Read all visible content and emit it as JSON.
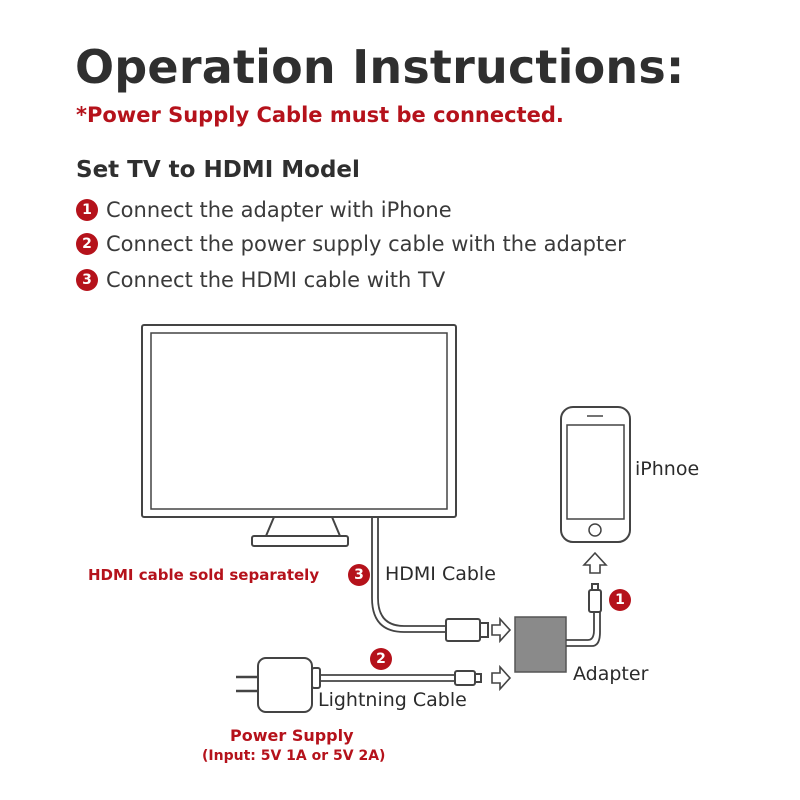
{
  "header": {
    "title": "Operation Instructions:",
    "warning": "*Power Supply Cable must be connected.",
    "subtitle": "Set TV to HDMI Model"
  },
  "steps": [
    {
      "num": "1",
      "text": "Connect the adapter with iPhone"
    },
    {
      "num": "2",
      "text": "Connect the power supply cable with the adapter"
    },
    {
      "num": "3",
      "text": "Connect the HDMI cable with TV"
    }
  ],
  "diagram": {
    "iphone_label": "iPhnoe",
    "hdmi_note": "HDMI cable sold separately",
    "hdmi_cable_label": "HDMI Cable",
    "adapter_label": "Adapter",
    "lightning_cable_label": "Lightning Cable",
    "power_supply_label": "Power Supply",
    "power_supply_input": "(Input: 5V 1A or 5V 2A)",
    "badge_hdmi": "3",
    "badge_power": "2",
    "badge_iphone": "1"
  },
  "colors": {
    "accent_red": "#b5121b",
    "line": "#444444"
  }
}
